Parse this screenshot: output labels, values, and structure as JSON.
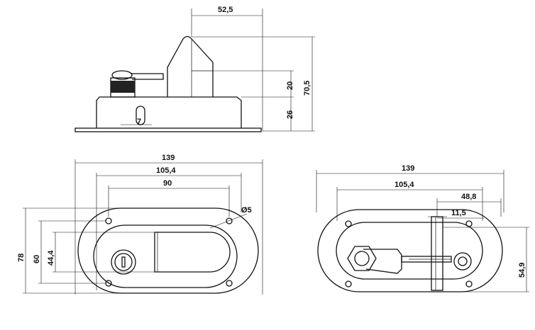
{
  "side_view": {
    "width_label": "52,5",
    "height_label": "70,5",
    "upper_label": "20",
    "lower_label": "26",
    "slot_label": "7"
  },
  "front_view": {
    "width_label": "139",
    "hole_spacing_outer_label": "105,4",
    "hole_spacing_inner_label": "90",
    "hole_diameter_label": "Ø5",
    "height_label": "78",
    "hole_spacing_vertical_label": "60",
    "cover_height_label": "44,4"
  },
  "back_view": {
    "width_label": "139",
    "hole_spacing_label": "105,4",
    "offset_label": "48,8",
    "bracket_label": "11,5",
    "height_label": "54,9"
  }
}
